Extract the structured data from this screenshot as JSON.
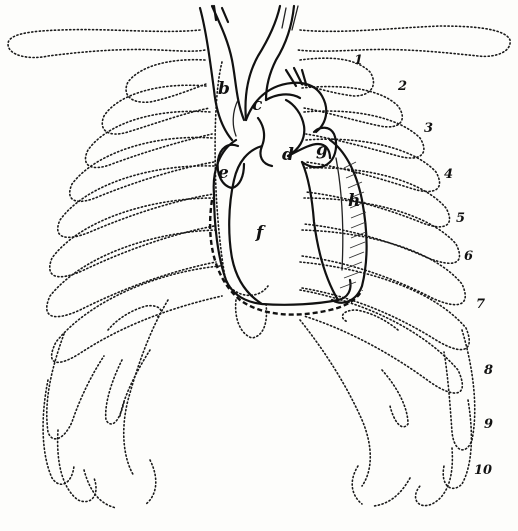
{
  "diagram": {
    "part_labels": {
      "b": "b",
      "c": "c",
      "d": "d",
      "e": "e",
      "f": "f",
      "g": "g",
      "h": "h"
    },
    "rib_numbers": [
      "1",
      "2",
      "3",
      "4",
      "5",
      "6",
      "7",
      "8",
      "9",
      "10"
    ]
  }
}
